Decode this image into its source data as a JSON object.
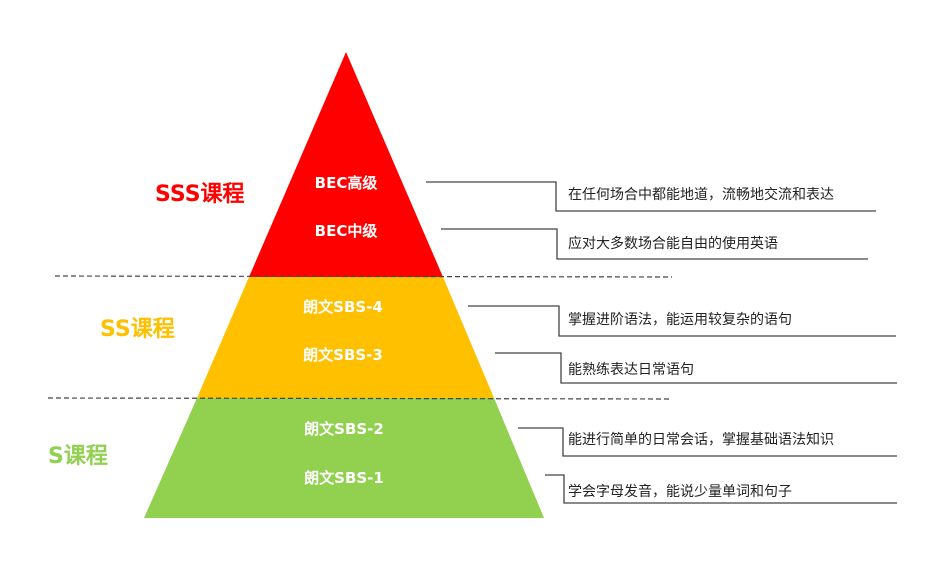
{
  "levels": [
    {
      "label": "SSS课程",
      "color": "#ff0000"
    },
    {
      "label": "SS课程",
      "color": "#ffc000"
    },
    {
      "label": "S课程",
      "color": "#92d050"
    }
  ],
  "tiers": [
    {
      "label": "BEC高级",
      "description": "在任何场合中都能地道，流畅地交流和表达"
    },
    {
      "label": "BEC中级",
      "description": "应对大多数场合能自由的使用英语"
    },
    {
      "label": "朗文SBS-4",
      "description": "掌握进阶语法，能运用较复杂的语句"
    },
    {
      "label": "朗文SBS-3",
      "description": "能熟练表达日常语句"
    },
    {
      "label": "朗文SBS-2",
      "description": "能进行简单的日常会话，掌握基础语法知识"
    },
    {
      "label": "朗文SBS-1",
      "description": "学会字母发音，能说少量单词和句子"
    }
  ]
}
